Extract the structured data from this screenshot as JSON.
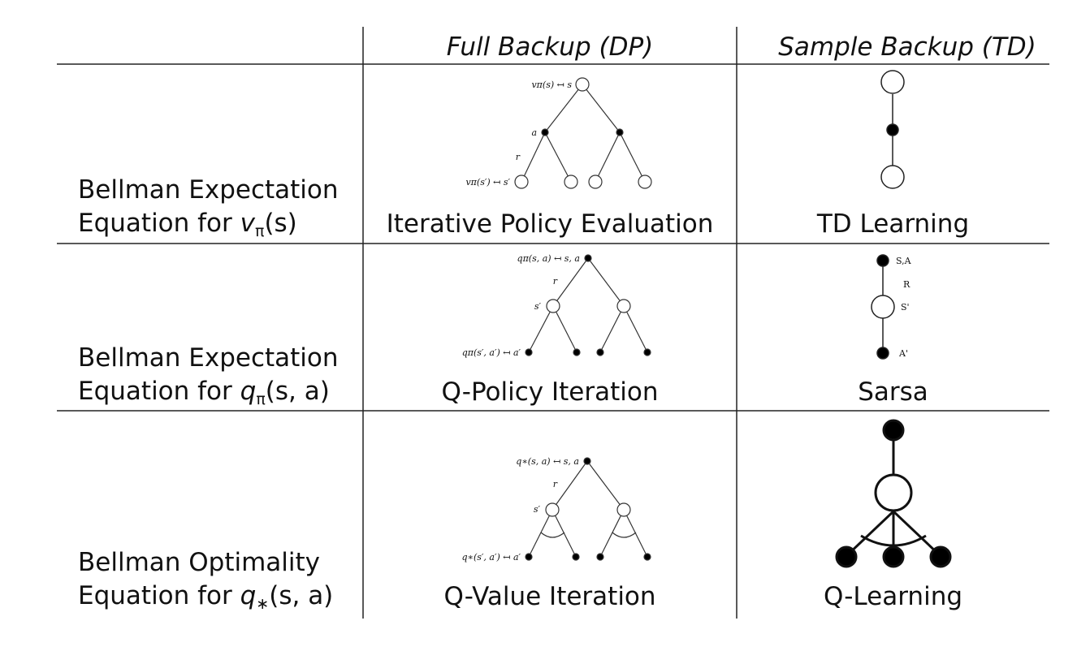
{
  "headers": {
    "col1": "",
    "col2": "Full Backup (DP)",
    "col3": "Sample Backup (TD)"
  },
  "rows": [
    {
      "label_line1": "Bellman Expectation",
      "label_line2_text": "Equation for ",
      "label_math": "v",
      "label_math_sub": "π",
      "label_math_args": "(s)",
      "dp_caption": "Iterative Policy Evaluation",
      "td_caption": "TD Learning",
      "dp_diagram": {
        "root_label": "vπ(s) ↤ s",
        "action_label": "a",
        "reward_label": "r",
        "leaf_label": "vπ(s′) ↤ s′"
      }
    },
    {
      "label_line1": "Bellman Expectation",
      "label_line2_text": "Equation for ",
      "label_math": "q",
      "label_math_sub": "π",
      "label_math_args": "(s, a)",
      "dp_caption": "Q-Policy Iteration",
      "td_caption": "Sarsa",
      "dp_diagram": {
        "root_label": "qπ(s, a) ↤ s, a",
        "reward_label": "r",
        "state_label": "s′",
        "leaf_label": "qπ(s′, a′) ↤ a′"
      },
      "td_diagram": {
        "top_label": "S,A",
        "reward_label": "R",
        "mid_label": "S'",
        "bottom_label": "A'"
      }
    },
    {
      "label_line1": "Bellman Optimality",
      "label_line2_text": "Equation for ",
      "label_math": "q",
      "label_math_sub": "∗",
      "label_math_args": "(s, a)",
      "dp_caption": "Q-Value Iteration",
      "td_caption": "Q-Learning",
      "dp_diagram": {
        "root_label": "q∗(s, a) ↤ s, a",
        "reward_label": "r",
        "state_label": "s′",
        "leaf_label": "q∗(s′, a′) ↤ a′"
      }
    }
  ]
}
